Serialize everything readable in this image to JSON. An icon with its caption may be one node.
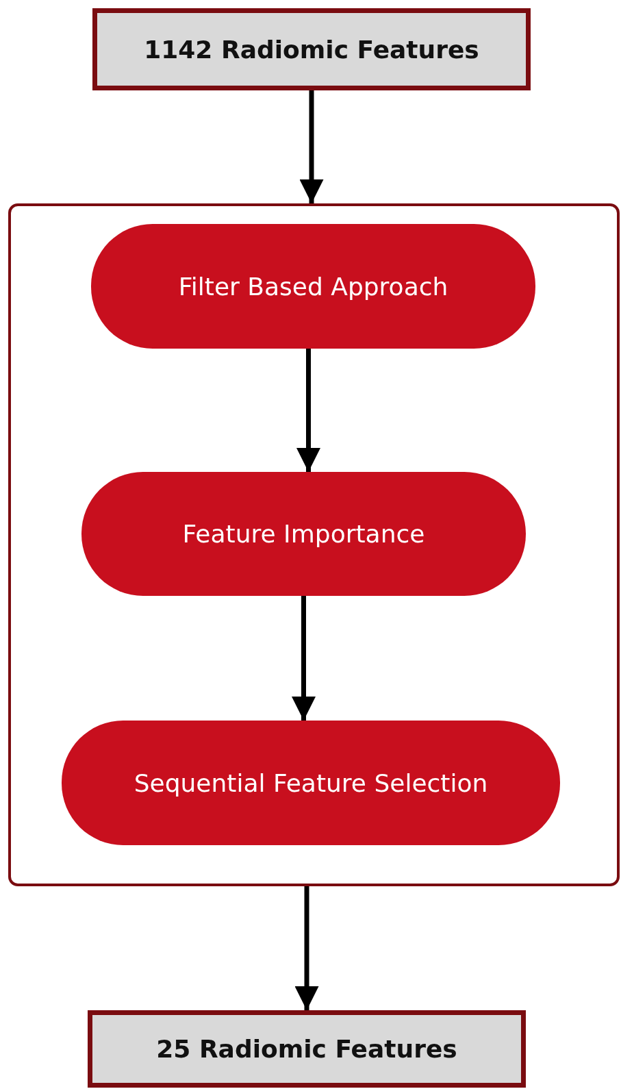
{
  "diagram": {
    "nodes": [
      {
        "text": [
          "1142 Radiomic Features"
        ]
      },
      {
        "text": [],
        "shape": "box"
      },
      {
        "text": [
          "Filter Based Approach"
        ],
        "in": 1
      },
      {
        "text": [
          "Feature Importance"
        ],
        "in": 1
      },
      {
        "text": [
          "Sequential Feature Selection"
        ],
        "in": 1
      },
      {
        "text": [
          "25 Radiomic Features"
        ]
      }
    ],
    "edges": [
      {
        "from": 0,
        "to": 1,
        "arrow": "to"
      },
      {
        "from": 2,
        "to": 3,
        "arrow": "to"
      },
      {
        "from": 3,
        "to": 4,
        "arrow": "to"
      },
      {
        "from": 1,
        "to": 5,
        "arrow": "to"
      }
    ]
  }
}
